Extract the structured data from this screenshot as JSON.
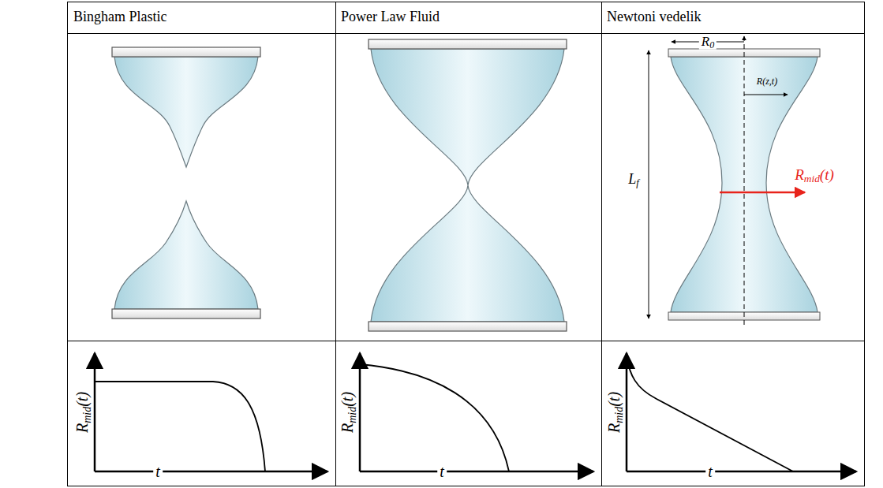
{
  "diagram": {
    "labels": [
      "Bingham Plastic",
      "Power Law Fluid",
      "Newtoni vedelik",
      "R0",
      "R(z,t)",
      "Lf",
      "Rmid(t)",
      "Rmid(t)",
      "t",
      "Rmid(t)",
      "t",
      "Rmid(t)",
      "t"
    ]
  }
}
